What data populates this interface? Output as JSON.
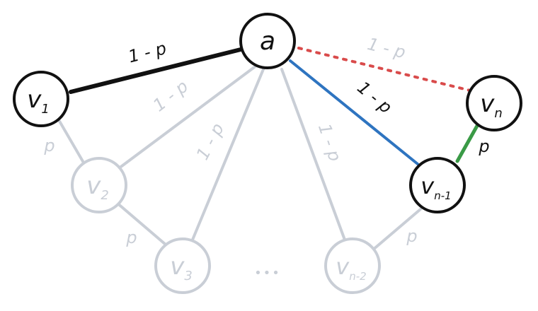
{
  "colors": {
    "dark": "#111111",
    "faded": "#c9ced6",
    "faded_text": "#c9ced6",
    "blue": "#2e74c0",
    "red": "#d94b4b",
    "green": "#3a9a46"
  },
  "nodes": {
    "a": {
      "main": "a",
      "sub": ""
    },
    "v1": {
      "main": "v",
      "sub": "1"
    },
    "vn": {
      "main": "v",
      "sub": "n"
    },
    "vn1": {
      "main": "v",
      "sub": "n-1"
    },
    "v2": {
      "main": "v",
      "sub": "2"
    },
    "v3": {
      "main": "v",
      "sub": "3"
    },
    "vn2": {
      "main": "v",
      "sub": "n-2"
    }
  },
  "edge_labels": {
    "a_v1": "1 - p",
    "a_vn": "1 - p",
    "a_vn1": "1 - p",
    "vn1_vn": "p",
    "a_v2": "1 - p",
    "a_v3": "1 - p",
    "a_vn2": "1 - p",
    "v1_v2": "p",
    "v2_v3": "p",
    "vn2_vn1": "p"
  },
  "ellipsis": "•••"
}
